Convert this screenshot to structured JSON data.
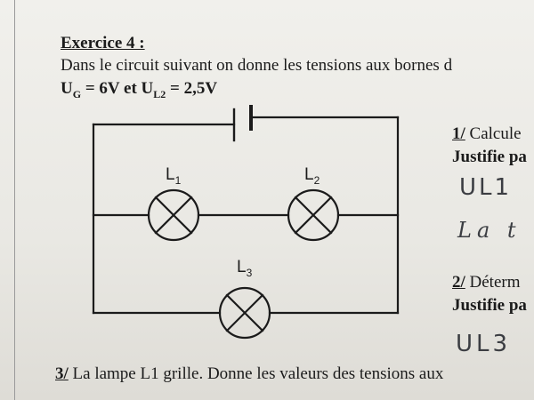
{
  "exercise": {
    "title": "Exercice 4 :",
    "intro": "Dans le circuit suivant on donne les tensions aux bornes d",
    "given": {
      "ug_symbol": "U",
      "ug_sub": "G",
      "ug_value": " = 6V et ",
      "ul2_symbol": "U",
      "ul2_sub": "L2",
      "ul2_value": " = 2,5V"
    }
  },
  "circuit": {
    "lamps": [
      {
        "letter": "L",
        "index": "1"
      },
      {
        "letter": "L",
        "index": "2"
      },
      {
        "letter": "L",
        "index": "3"
      }
    ]
  },
  "questions": {
    "q1": {
      "number": "1/",
      "text": " Calcule",
      "line2": "Justifie pa"
    },
    "q2": {
      "number": "2/",
      "text": " Déterm",
      "line2": "Justifie pa"
    },
    "q3": {
      "number": "3/",
      "text": " La lampe L1 grille. Donne les valeurs des tensions aux"
    }
  },
  "handwriting": {
    "answer1": "UL1",
    "answer1_line2": "La t",
    "answer2": "UL3"
  }
}
